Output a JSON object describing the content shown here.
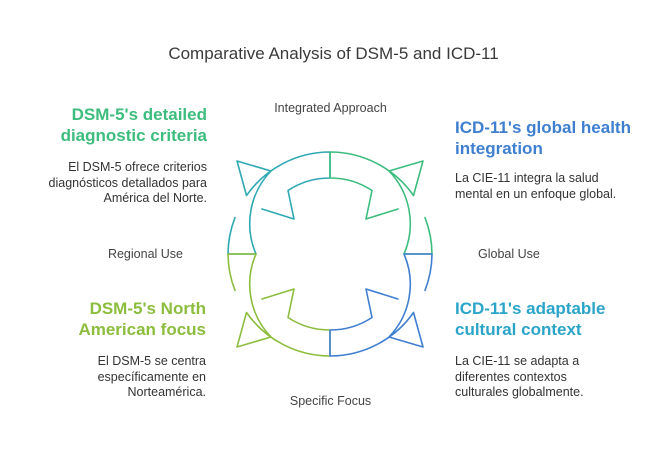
{
  "title": "Comparative Analysis of DSM-5 and ICD-11",
  "axes": {
    "top": "Integrated Approach",
    "bottom": "Specific Focus",
    "left": "Regional Use",
    "right": "Global Use"
  },
  "quadrants": {
    "top_left": {
      "heading_line1": "DSM-5's detailed",
      "heading_line2": "diagnostic criteria",
      "desc_line1": "El DSM-5 ofrece criterios",
      "desc_line2": "diagnósticos detallados para",
      "desc_line3": "América del Norte.",
      "color": "#3dbd7d"
    },
    "top_right": {
      "heading_line1": "ICD-11's global health",
      "heading_line2": "integration",
      "desc_line1": "La CIE-11 integra la salud",
      "desc_line2": "mental en un enfoque global.",
      "color": "#3f7fd0"
    },
    "bottom_left": {
      "heading_line1": "DSM-5's North",
      "heading_line2": "American focus",
      "desc_line1": "El DSM-5 se centra",
      "desc_line2": "específicamente en",
      "desc_line3": "Norteamérica.",
      "color": "#8cbd3d"
    },
    "bottom_right": {
      "heading_line1": "ICD-11's adaptable",
      "heading_line2": "cultural context",
      "desc_line1": "La CIE-11 se adapta a",
      "desc_line2": "diferentes contextos",
      "desc_line3": "culturales globalmente.",
      "color": "#2aa5c9"
    }
  },
  "ring_colors": {
    "top_left": "#2ea8b3",
    "top_right": "#3dbd7d",
    "bottom_left": "#8cbd3d",
    "bottom_right": "#3f7fd0"
  }
}
